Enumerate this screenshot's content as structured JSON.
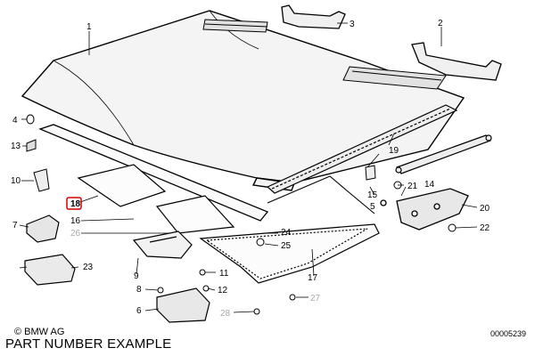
{
  "callouts": [
    "1",
    "2",
    "3",
    "4",
    "5",
    "6",
    "7",
    "8",
    "9",
    "10",
    "11",
    "12",
    "13",
    "14",
    "15",
    "16",
    "17",
    "18",
    "19",
    "20",
    "21",
    "22",
    "23",
    "24",
    "25",
    "26",
    "27",
    "28"
  ],
  "highlighted_callout": "18",
  "greyed_callouts": [
    "26",
    "27",
    "28"
  ],
  "copyright": "© BMW AG",
  "caption": "PART NUMBER EXAMPLE",
  "document_number": "00005239",
  "colors": {
    "line": "#000000",
    "part_fill": "#f4f4f4",
    "highlight": "#d40000",
    "grey": "#aaaaaa"
  }
}
